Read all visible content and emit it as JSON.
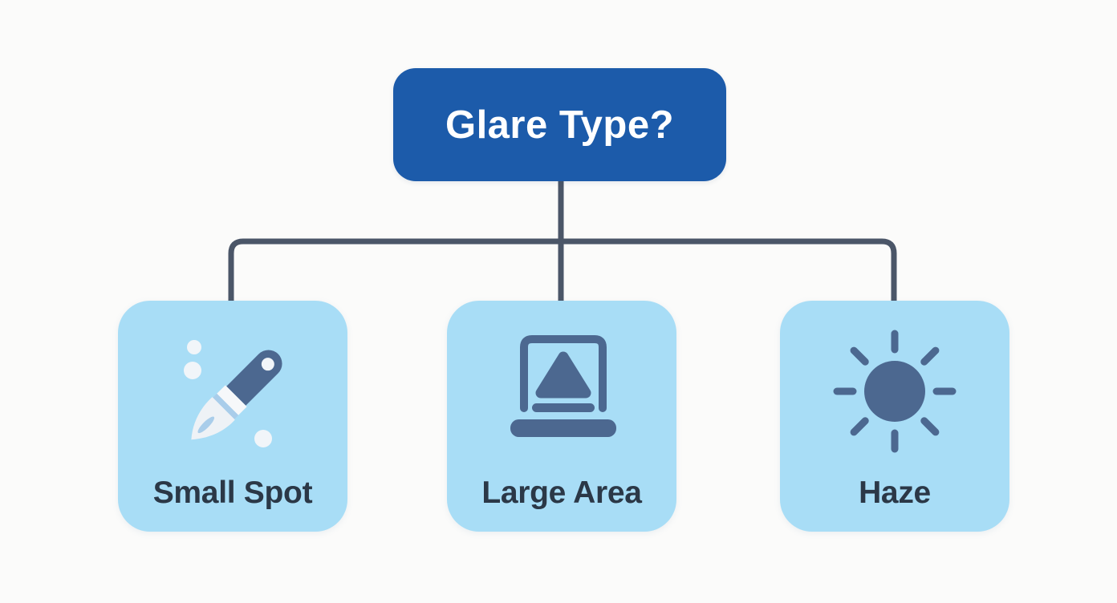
{
  "diagram": {
    "root": {
      "label": "Glare Type?"
    },
    "options": [
      {
        "id": "small-spot",
        "label": "Small Spot",
        "icon": "paintbrush-icon"
      },
      {
        "id": "large-area",
        "label": "Large Area",
        "icon": "screen-image-icon"
      },
      {
        "id": "haze",
        "label": "Haze",
        "icon": "sun-icon"
      }
    ],
    "colors": {
      "background": "#fbfbfa",
      "root_bg": "#1c5baa",
      "root_text": "#ffffff",
      "option_bg": "#a8ddf6",
      "option_text": "#2b3847",
      "icon": "#4c6890",
      "icon_light": "#f1f5f9",
      "icon_accent": "#a9cdea",
      "connector": "#4b5668"
    }
  }
}
